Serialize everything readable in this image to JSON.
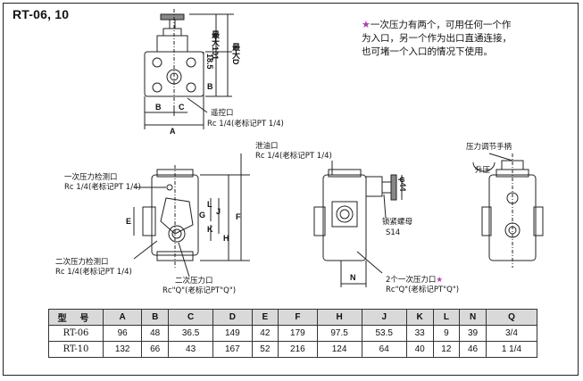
{
  "title": "RT-06, 10",
  "note": {
    "star": "★",
    "lines": [
      "一次压力有两个，可用任何一个作",
      "为入口，另一个作为出口直通连接，",
      "也可堵一个入口的情况下使用。"
    ]
  },
  "top_view": {
    "dims": {
      "max101": "最大101",
      "maxD": "最大D",
      "d185": "18.5",
      "B": "B",
      "bB": "B",
      "C": "C",
      "A": "A"
    },
    "labels": {
      "remote_port": "遥控口",
      "remote_thread": "Rc 1/4(老标记PT 1/4)"
    }
  },
  "front_view": {
    "labels": {
      "p1_check": "一次压力检测口",
      "p1_check_thread": "Rc 1/4(老标记PT 1/4)",
      "p2_check": "二次压力检测口",
      "p2_check_thread": "Rc 1/4(老标记PT 1/4)",
      "p2_port": "二次压力口",
      "p2_port_thread": "Rc\"Q\"(老标记PT\"Q\")"
    },
    "dims": {
      "E": "E",
      "L": "L",
      "K": "K",
      "J": "J",
      "G": "G",
      "H": "H",
      "F": "F"
    }
  },
  "side_view": {
    "labels": {
      "drain_port": "泄油口",
      "drain_thread": "Rc 1/4(老标记PT 1/4)",
      "lock_nut": "锁紧螺母",
      "lock_size": "S14",
      "p1_ports": "2个一次压力口",
      "p1_ports_thread": "Rc\"Q\"(老标记PT\"Q\")",
      "star": "★"
    },
    "dims": {
      "phi44": "φ44",
      "N": "N"
    }
  },
  "right_view": {
    "labels": {
      "handwheel": "压力调节手柄",
      "raise": "升压"
    }
  },
  "table": {
    "headers": [
      "型 号",
      "A",
      "B",
      "C",
      "D",
      "E",
      "F",
      "H",
      "J",
      "K",
      "L",
      "N",
      "Q"
    ],
    "rows": [
      [
        "RT-06",
        "96",
        "48",
        "36.5",
        "149",
        "42",
        "179",
        "97.5",
        "53.5",
        "33",
        "9",
        "39",
        "3/4"
      ],
      [
        "RT-10",
        "132",
        "66",
        "43",
        "167",
        "52",
        "216",
        "124",
        "64",
        "40",
        "12",
        "46",
        "1 1/4"
      ]
    ]
  }
}
